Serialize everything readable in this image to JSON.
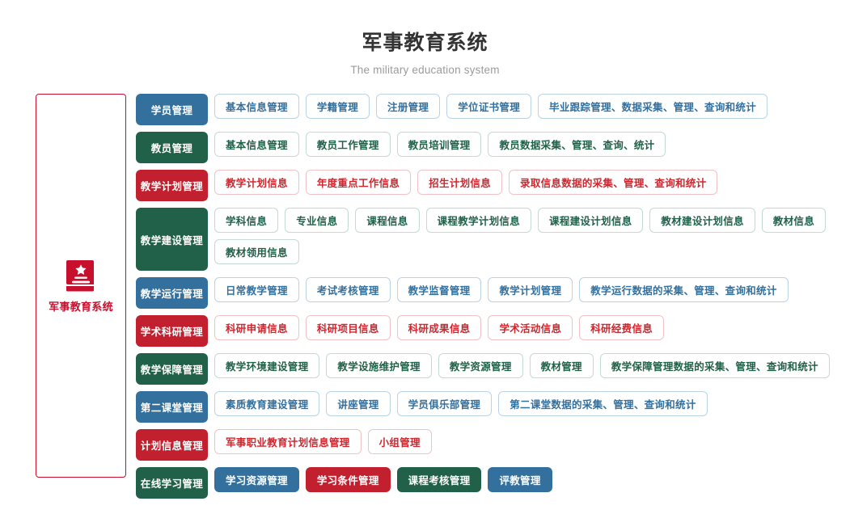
{
  "header": {
    "title": "军事教育系统",
    "subtitle": "The military education system"
  },
  "sidebar": {
    "icon": "book-star-icon",
    "label": "军事教育系统",
    "accent": "#c8102e"
  },
  "palette": {
    "blue": "#33709e",
    "green": "#216149",
    "red": "#c2202e",
    "blue_border": "#bcd3e4",
    "green_border": "#c3dbd0",
    "red_border": "#f0c3c6",
    "red_text": "#d0262e"
  },
  "rows": [
    {
      "category": "学员管理",
      "color": "blue",
      "items": [
        {
          "label": "基本信息管理",
          "color": "blue",
          "style": "outline"
        },
        {
          "label": "学籍管理",
          "color": "blue",
          "style": "outline"
        },
        {
          "label": "注册管理",
          "color": "blue",
          "style": "outline"
        },
        {
          "label": "学位证书管理",
          "color": "blue",
          "style": "outline"
        },
        {
          "label": "毕业跟踪管理、数据采集、管理、查询和统计",
          "color": "blue",
          "style": "outline"
        }
      ]
    },
    {
      "category": "教员管理",
      "color": "green",
      "items": [
        {
          "label": "基本信息管理",
          "color": "green",
          "style": "outline"
        },
        {
          "label": "教员工作管理",
          "color": "green",
          "style": "outline"
        },
        {
          "label": "教员培训管理",
          "color": "green",
          "style": "outline"
        },
        {
          "label": "教员数据采集、管理、查询、统计",
          "color": "green",
          "style": "outline"
        }
      ]
    },
    {
      "category": "教学计划管理",
      "color": "red",
      "items": [
        {
          "label": "教学计划信息",
          "color": "red",
          "style": "outline"
        },
        {
          "label": "年度重点工作信息",
          "color": "red",
          "style": "outline"
        },
        {
          "label": "招生计划信息",
          "color": "red",
          "style": "outline"
        },
        {
          "label": "录取信息数据的采集、管理、查询和统计",
          "color": "red",
          "style": "outline"
        }
      ]
    },
    {
      "category": "教学建设管理",
      "color": "green",
      "items": [
        {
          "label": "学科信息",
          "color": "green",
          "style": "outline"
        },
        {
          "label": "专业信息",
          "color": "green",
          "style": "outline"
        },
        {
          "label": "课程信息",
          "color": "green",
          "style": "outline"
        },
        {
          "label": "课程教学计划信息",
          "color": "green",
          "style": "outline"
        },
        {
          "label": "课程建设计划信息",
          "color": "green",
          "style": "outline"
        },
        {
          "label": "教材建设计划信息",
          "color": "green",
          "style": "outline"
        },
        {
          "label": "教材信息",
          "color": "green",
          "style": "outline"
        },
        {
          "label": "教材领用信息",
          "color": "green",
          "style": "outline"
        }
      ]
    },
    {
      "category": "教学运行管理",
      "color": "blue",
      "items": [
        {
          "label": "日常教学管理",
          "color": "blue",
          "style": "outline"
        },
        {
          "label": "考试考核管理",
          "color": "blue",
          "style": "outline"
        },
        {
          "label": "教学监督管理",
          "color": "blue",
          "style": "outline"
        },
        {
          "label": "教学计划管理",
          "color": "blue",
          "style": "outline"
        },
        {
          "label": "教学运行数据的采集、管理、查询和统计",
          "color": "blue",
          "style": "outline"
        }
      ]
    },
    {
      "category": "学术科研管理",
      "color": "red",
      "items": [
        {
          "label": "科研申请信息",
          "color": "red",
          "style": "outline"
        },
        {
          "label": "科研项目信息",
          "color": "red",
          "style": "outline"
        },
        {
          "label": "科研成果信息",
          "color": "red",
          "style": "outline"
        },
        {
          "label": "学术活动信息",
          "color": "red",
          "style": "outline"
        },
        {
          "label": "科研经费信息",
          "color": "red",
          "style": "outline"
        }
      ]
    },
    {
      "category": "教学保障管理",
      "color": "green",
      "items": [
        {
          "label": "教学环境建设管理",
          "color": "green",
          "style": "outline"
        },
        {
          "label": "教学设施维护管理",
          "color": "green",
          "style": "outline"
        },
        {
          "label": "教学资源管理",
          "color": "green",
          "style": "outline"
        },
        {
          "label": "教材管理",
          "color": "green",
          "style": "outline"
        },
        {
          "label": "教学保障管理数据的采集、管理、查询和统计",
          "color": "green",
          "style": "outline"
        }
      ]
    },
    {
      "category": "第二课堂管理",
      "color": "blue",
      "items": [
        {
          "label": "素质教育建设管理",
          "color": "blue",
          "style": "outline"
        },
        {
          "label": "讲座管理",
          "color": "blue",
          "style": "outline"
        },
        {
          "label": "学员俱乐部管理",
          "color": "blue",
          "style": "outline"
        },
        {
          "label": "第二课堂数据的采集、管理、查询和统计",
          "color": "blue",
          "style": "outline"
        }
      ]
    },
    {
      "category": "计划信息管理",
      "color": "red",
      "items": [
        {
          "label": "军事职业教育计划信息管理",
          "color": "red",
          "style": "outline"
        },
        {
          "label": "小组管理",
          "color": "red",
          "style": "outline"
        }
      ]
    },
    {
      "category": "在线学习管理",
      "color": "green",
      "items": [
        {
          "label": "学习资源管理",
          "color": "blue",
          "style": "solid"
        },
        {
          "label": "学习条件管理",
          "color": "red",
          "style": "solid"
        },
        {
          "label": "课程考核管理",
          "color": "green",
          "style": "solid"
        },
        {
          "label": "评教管理",
          "color": "blue",
          "style": "solid"
        }
      ]
    }
  ]
}
